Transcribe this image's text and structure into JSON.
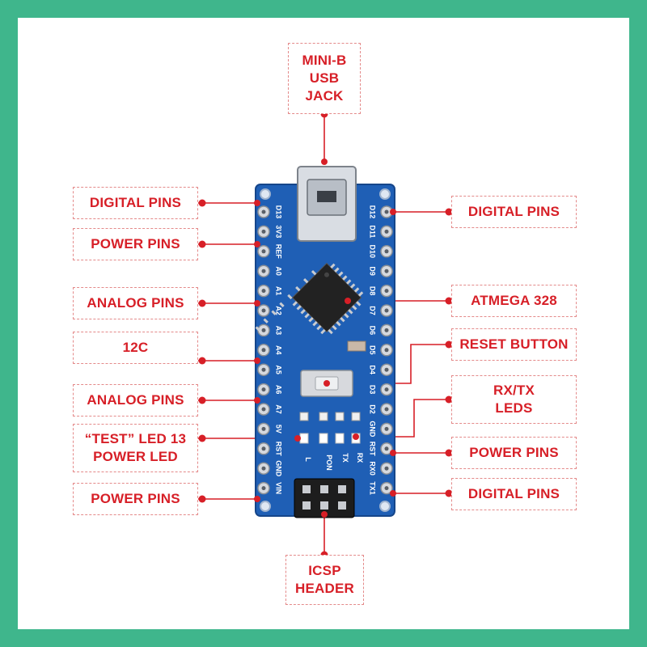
{
  "colors": {
    "frame": "#3fb68c",
    "accent": "#d71f27",
    "board": "#1f5fb5",
    "chip": "#222222"
  },
  "labels": {
    "usb_jack": "MINI-B\nUSB\nJACK",
    "digital_pins_left": "DIGITAL PINS",
    "power_pins_left": "POWER PINS",
    "analog_pins_top": "ANALOG PINS",
    "i2c": "12C",
    "analog_pins_bottom": "ANALOG PINS",
    "test_led": "“TEST” LED 13\nPOWER LED",
    "power_pins_bottom": "POWER PINS",
    "digital_pins_right_top": "DIGITAL PINS",
    "atmega": "ATMEGA 328",
    "reset_button": "RESET BUTTON",
    "rx_tx_leds": "RX/TX\nLEDS",
    "power_pins_right": "POWER PINS",
    "digital_pins_right_bottom": "DIGITAL PINS",
    "icsp_header": "ICSP\nHEADER"
  },
  "board": {
    "left_pins": [
      "D13",
      "3V3",
      "REF",
      "A0",
      "A1",
      "A2",
      "A3",
      "A4",
      "A5",
      "A6",
      "A7",
      "5V",
      "RST",
      "GND",
      "VIN"
    ],
    "right_pins": [
      "D12",
      "D11",
      "D10",
      "D9",
      "D8",
      "D7",
      "D6",
      "D5",
      "D4",
      "D3",
      "D2",
      "GND",
      "RST",
      "RX0",
      "TX1"
    ],
    "led_labels": [
      "L",
      "PON",
      "TX",
      "RX"
    ]
  }
}
